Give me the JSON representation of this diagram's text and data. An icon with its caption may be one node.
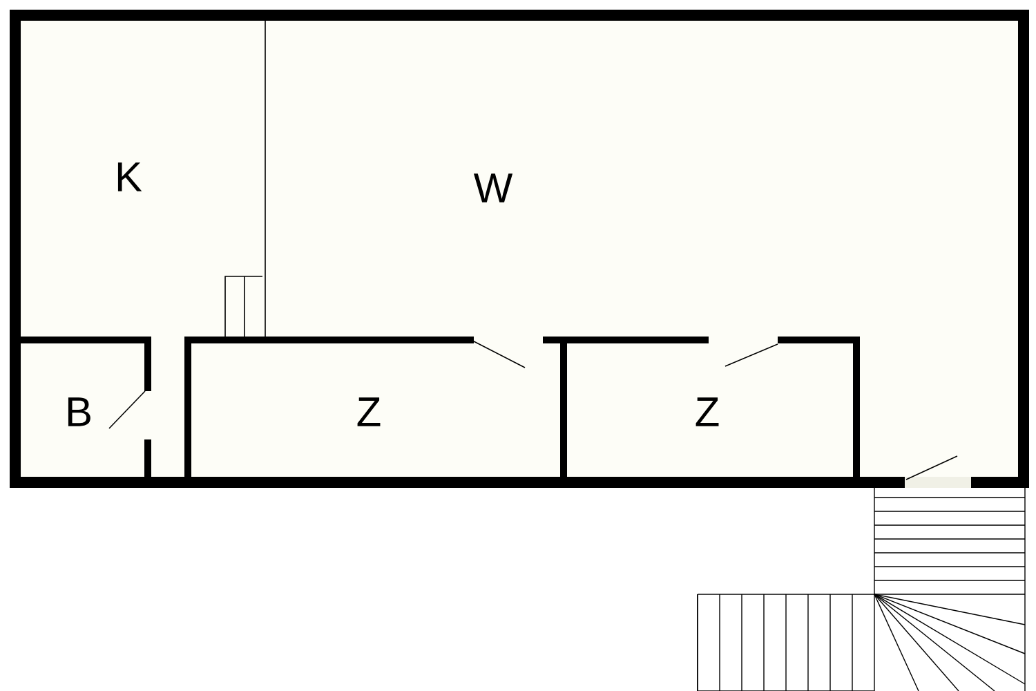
{
  "diagram": {
    "labels": [
      "K",
      "W",
      "B",
      "Z",
      "Z"
    ]
  }
}
